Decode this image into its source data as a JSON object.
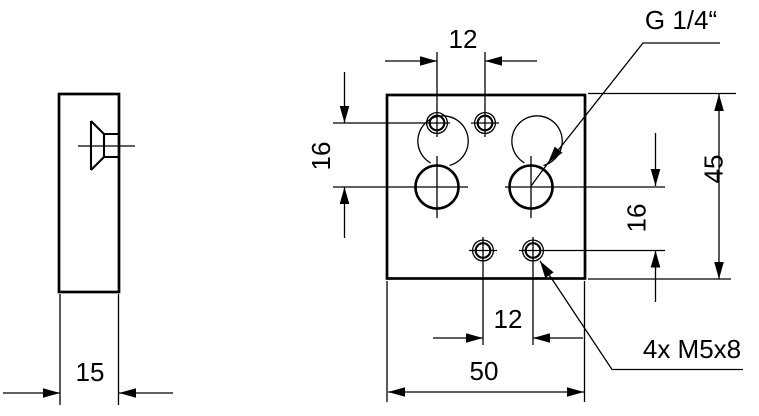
{
  "labels": {
    "side_view_thickness": "15",
    "front_top_hole_spacing": "12",
    "front_bottom_hole_spacing": "12",
    "front_left_row_spacing": "16",
    "front_right_row_spacing": "16",
    "front_width": "50",
    "front_height": "45",
    "thread_callout": "G 1/4“",
    "mounting_callout": "4x M5x8"
  },
  "colors": {
    "line": "#000000",
    "background": "#ffffff"
  }
}
